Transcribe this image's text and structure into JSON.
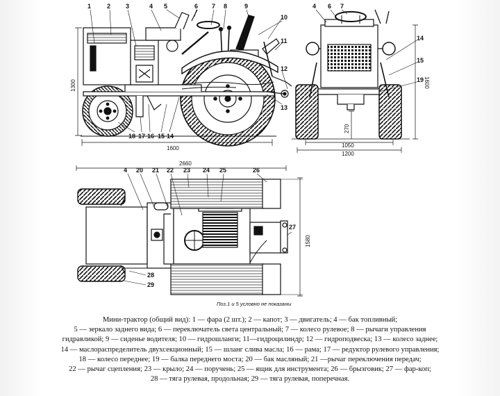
{
  "side_view": {
    "labels": [
      "1",
      "2",
      "3",
      "4",
      "5",
      "6",
      "7",
      "8",
      "9",
      "10",
      "11",
      "12",
      "13",
      "14",
      "15",
      "16",
      "17",
      "18"
    ],
    "dims": {
      "height": "1300",
      "length": "1600"
    }
  },
  "front_view": {
    "labels": [
      "4",
      "6",
      "7",
      "14",
      "15",
      "19"
    ],
    "dims": {
      "height": "1600",
      "track_front": "1050",
      "width": "1200",
      "clearance": "270"
    }
  },
  "top_view": {
    "labels": [
      "4",
      "20",
      "21",
      "22",
      "23",
      "24",
      "25",
      "26",
      "27",
      "28",
      "29"
    ],
    "dims": {
      "length": "2660",
      "width": "1580"
    },
    "note": "Поз.1 и 5 условно не показаны"
  },
  "caption": {
    "lines": [
      "Мини-трактор (общий вид): 1 — фара (2 шт.); 2 — капот; 3 — двигатель; 4 — бак топливный;",
      "5 — зеркало заднего вида; 6 — переключатель света центральный; 7 — колесо рулевое; 8 — рычаги управления",
      "гидравликой; 9 — сиденье водителя; 10 — гидрошланги; 11—гидроцилиндр; 12 — гидроподвеска; 13 — колесо заднее;",
      "14 — маслораспределитель двухсекционный; 15 — шланг слива масла; 16 — рама; 17 — редуктор рулевого управления;",
      "18 — колесо переднее; 19 — балка переднего моста; 20 — бак масляный; 21 —рычаг переключения передач;",
      "22 — рычаг сцепления; 23 — крыло; 24 — поручень; 25 — ящик для инструмента; 26 — брызговик; 27 — фар-коп;",
      "28 — тяга рулевая, продольная; 29 — тяга рулевая, поперечная."
    ]
  }
}
